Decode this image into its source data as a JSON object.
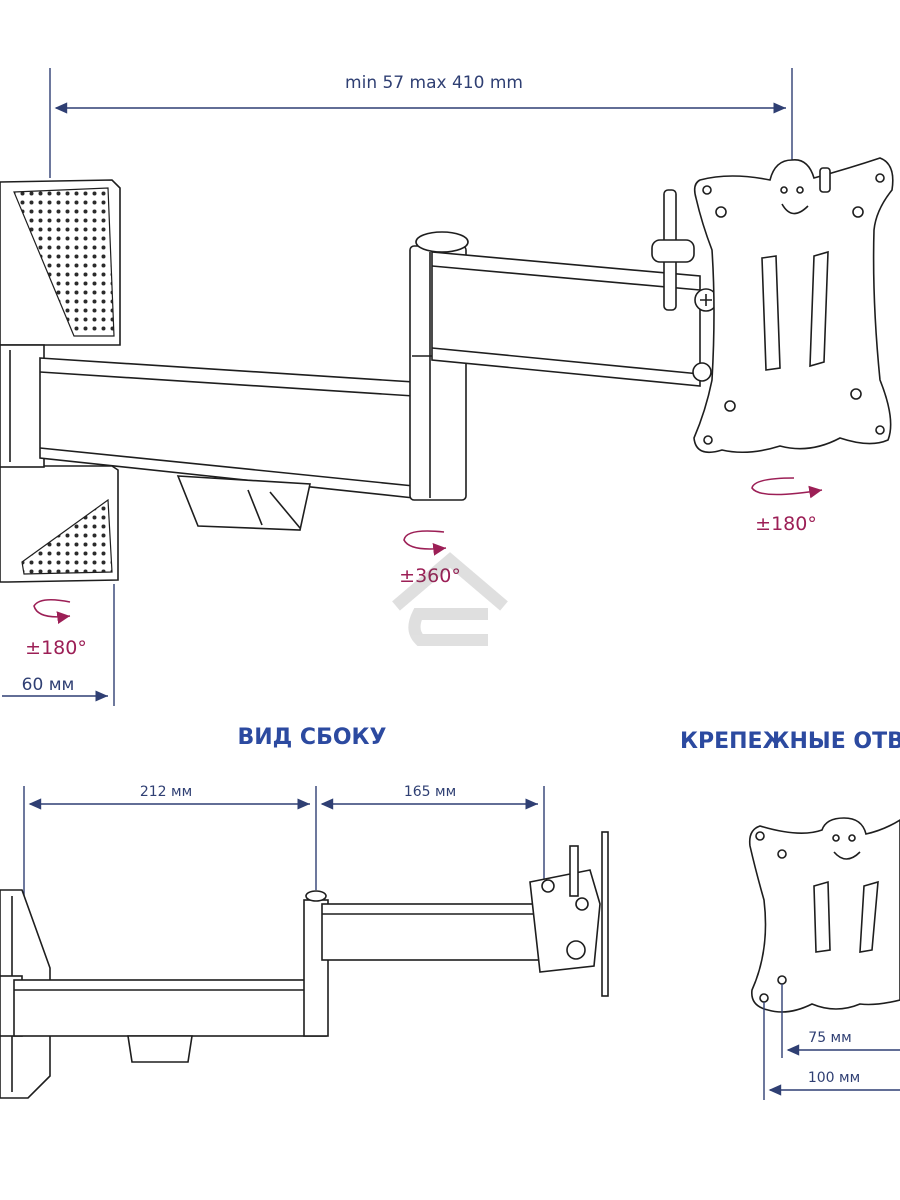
{
  "front_view": {
    "span_label": "min 57 max 410 mm",
    "rot_wall": "±180°",
    "rot_elbow": "±360°",
    "rot_plate": "±180°",
    "depth_label": "60 мм"
  },
  "side_view": {
    "heading": "ВИД СБОКУ",
    "arm1_label": "212 мм",
    "arm2_label": "165 мм"
  },
  "holes_view": {
    "heading": "КРЕПЕЖНЫЕ ОТВ",
    "dim_small": "75 мм",
    "dim_large": "100 мм"
  },
  "colors": {
    "dimension": "#2f3f73",
    "rotation": "#9c1f56",
    "heading": "#2c4aa0"
  }
}
